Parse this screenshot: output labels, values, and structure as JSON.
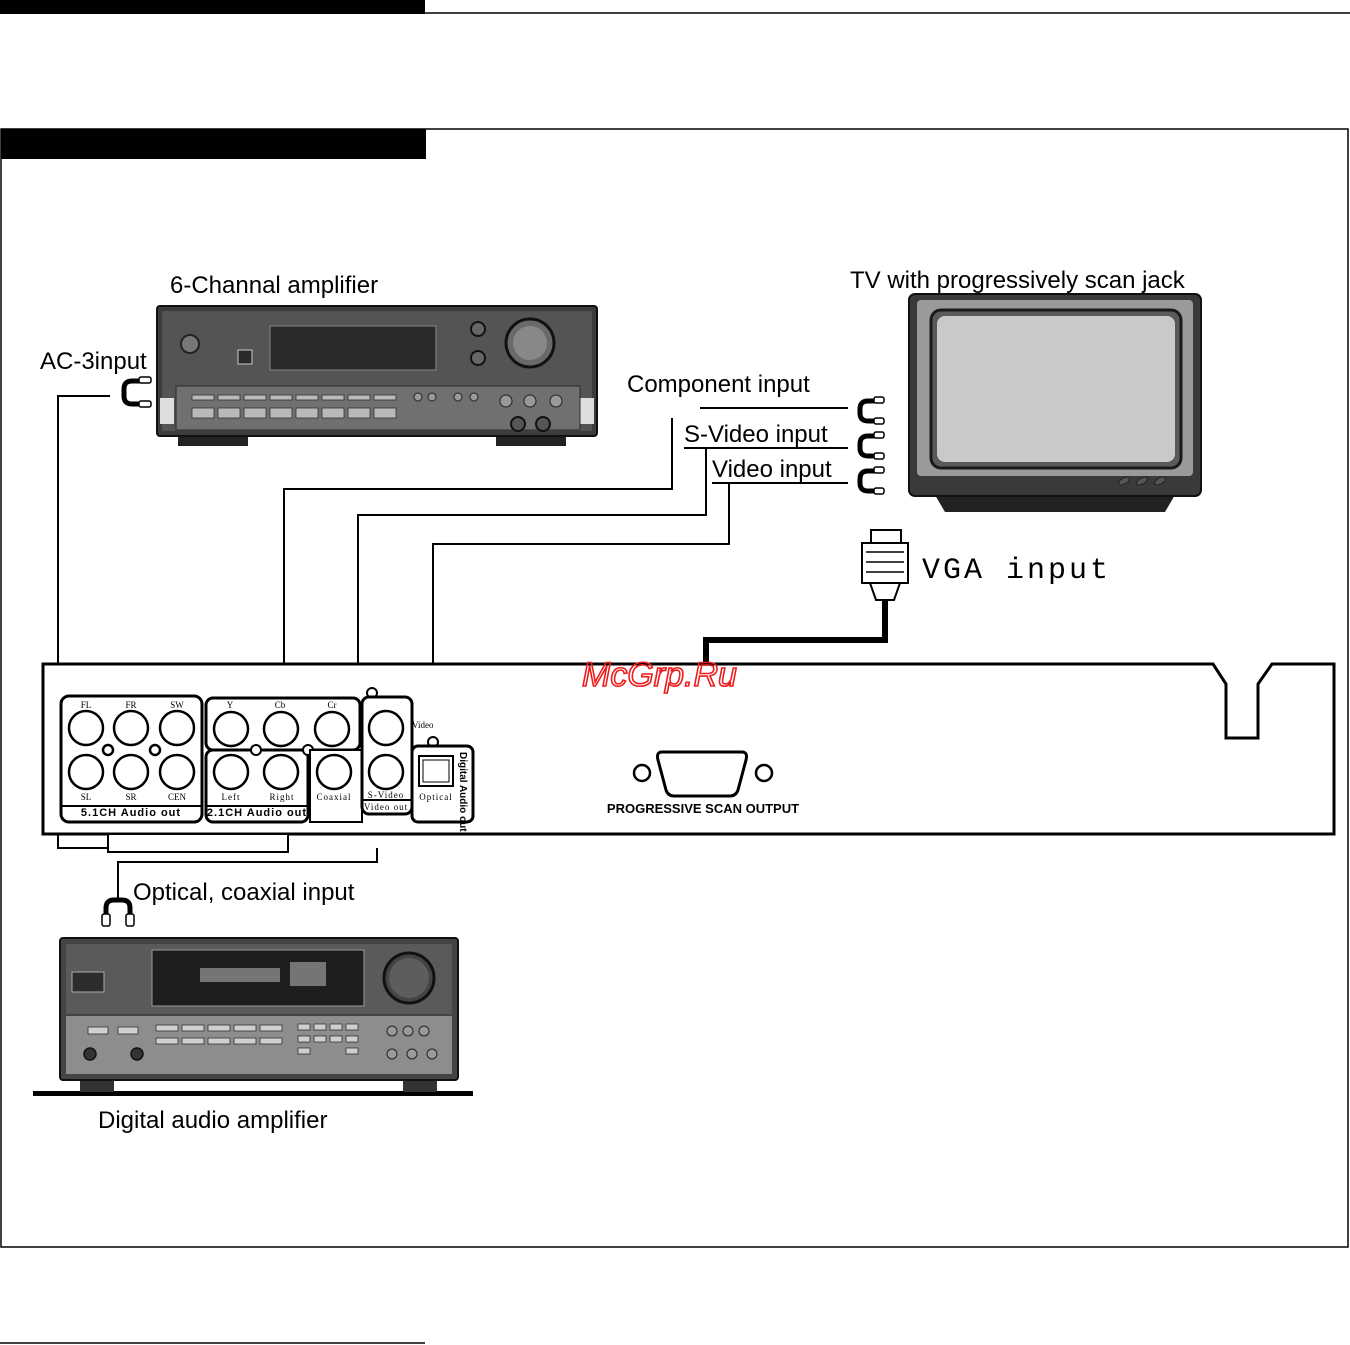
{
  "labels": {
    "amplifier_6ch": "6-Channal amplifier",
    "ac3_input": "AC-3input",
    "tv": "TV with progressively scan jack",
    "component_input": "Component input",
    "svideo_input": "S-Video input",
    "video_input": "Video input",
    "vga_input": "VGA input",
    "optical_coaxial_input": "Optical, coaxial input",
    "digital_audio_amplifier": "Digital audio amplifier"
  },
  "panel": {
    "ch51": {
      "title": "5.1CH Audio out",
      "jacks": [
        "FL",
        "FR",
        "SW",
        "SL",
        "SR",
        "CEN"
      ]
    },
    "component": {
      "jacks": [
        "Y",
        "Cb",
        "Cr"
      ]
    },
    "ch21": {
      "title": "2.1CH Audio out",
      "jacks": [
        "Left",
        "Right"
      ]
    },
    "coaxial": "Coaxial",
    "video": "Video",
    "svideo": "S-Video",
    "video_out": "Video out",
    "optical": "Optical",
    "digital_audio_out": "Digital Audio out",
    "progressive_scan_output": "PROGRESSIVE SCAN OUTPUT"
  },
  "watermark": "McGrp.Ru",
  "colors": {
    "ink": "#000000",
    "device_body": "#3a3a3a",
    "device_face": "#8d8d8d",
    "watermark": "#ee1c1c"
  }
}
